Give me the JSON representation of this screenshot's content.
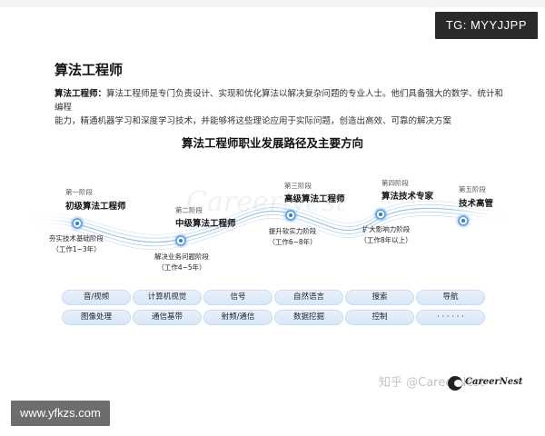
{
  "badges": {
    "tg": "TG: MYYJJPP",
    "url": "www.yfkzs.com"
  },
  "doc": {
    "title": "算法工程师",
    "intro_term": "算法工程师：",
    "intro_line1_rest": "算法工程师是专门负责设计、实现和优化算法以解决复杂问题的专业人士。他们具备强大的数学、统计和编程",
    "intro_line2": "能力，精通机器学习和深度学习技术，并能够将这些理论应用于实际问题，创造出高效、可靠的解决方案"
  },
  "diagram": {
    "title": "算法工程师职业发展路径及主要方向",
    "stages": [
      {
        "stage": "第一阶段",
        "name": "初级算法工程师",
        "focus": "夯实技术基础阶段",
        "years": "（工作1~3年）"
      },
      {
        "stage": "第二阶段",
        "name": "中级算法工程师",
        "focus": "解决业务问题阶段",
        "years": "（工作4~5年）"
      },
      {
        "stage": "第三阶段",
        "name": "高级算法工程师",
        "focus": "提升软实力阶段",
        "years": "（工作6~8年）"
      },
      {
        "stage": "第四阶段",
        "name": "算法技术专家",
        "focus": "扩大影响力阶段",
        "years": "（工作8年以上）"
      },
      {
        "stage": "第五阶段",
        "name": "技术高管"
      }
    ],
    "directions_row1": [
      "音/视频",
      "计算机视觉",
      "信号",
      "自然语言",
      "搜索",
      "导航"
    ],
    "directions_row2": [
      "图像处理",
      "通信基带",
      "射频/通信",
      "数据挖掘",
      "控制",
      "· · · · · ·"
    ]
  },
  "watermarks": {
    "zhihu": "知乎 @CareerNest",
    "logo": "CareerNest",
    "background": "CareerNest"
  },
  "colors": {
    "dot": "#2e7bd6",
    "tag_bg": "#dde9f8",
    "wave": "#7fb0e6"
  }
}
